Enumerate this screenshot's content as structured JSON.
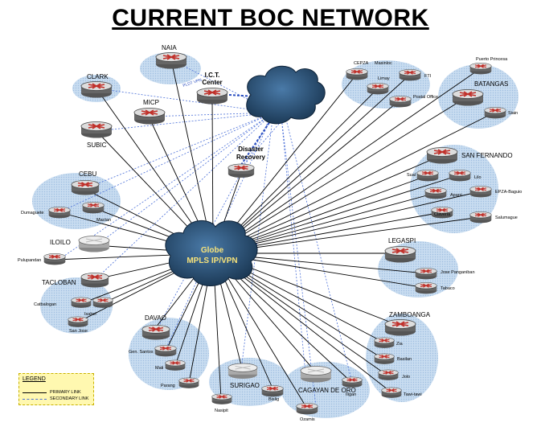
{
  "title": "CURRENT BOC NETWORK",
  "cloud": {
    "line1": "Globe",
    "line2": "MPLS IP/VPN"
  },
  "ict_center": {
    "line1": "I.C.T.",
    "line2": "Center"
  },
  "pldt_label": "PLDT VPN",
  "disaster_recovery": {
    "line1": "Disaster",
    "line2": "Recovery"
  },
  "sites": {
    "naia": "NAIA",
    "clark": "CLARK",
    "micp": "MICP",
    "subic": "SUBIC",
    "cebu": "CEBU",
    "dumaguete": "Dumaguete",
    "mactan": "Mactan",
    "iloilo": "ILOILO",
    "pulupandan": "Pulupandan",
    "tacloban": "TACLOBAN",
    "catbalogan": "Catbalogan",
    "isabel": "Isabel",
    "san_jose": "San Jose",
    "davao": "DAVAO",
    "gen_santos": "Gen. Santos",
    "mati": "Mati",
    "parang": "Parang",
    "nasipit": "Nasipit",
    "surigao": "SURIGAO",
    "bislig": "Bislig",
    "cagayan": "CAGAYAN DE ORO",
    "ozamis": "Ozamis",
    "iligan": "Iligan",
    "zamboanga": "ZAMBOANGA",
    "zia": "Zia",
    "basilan": "Basilan",
    "jolo": "Jolo",
    "tawi_tawi": "Tawi-tawi",
    "legaspi": "LEGASPI",
    "jose_panganiban": "Jose Panganiban",
    "tabaco": "Tabaco",
    "san_fernando": "SAN FERNANDO",
    "sual": "Sual",
    "lilo": "Lilo",
    "aparri": "Aparri",
    "epza_baguio": "EPZA-Baguio",
    "claveria": "Claveria",
    "salumague": "Salumague",
    "batangas": "BATANGAS",
    "puerto_princesa": "Puerto Princesa",
    "siain": "Siain",
    "cepza": "CEPZA",
    "masinloc": "Masinloc",
    "limay": "Limay",
    "fti": "FTI",
    "postal_office": "Postal Office"
  },
  "legend": {
    "title": "LEGEND",
    "primary": "PRIMARY LINK",
    "secondary": "SECONDARY LINK"
  },
  "colors": {
    "router_red": "#c0302a",
    "primary_link": "#000000",
    "secondary_link": "#4a6fd8",
    "region_blob": "#c8dcf0",
    "cloud": "#1e3a5a",
    "legend_bg": "#fff8b0"
  }
}
